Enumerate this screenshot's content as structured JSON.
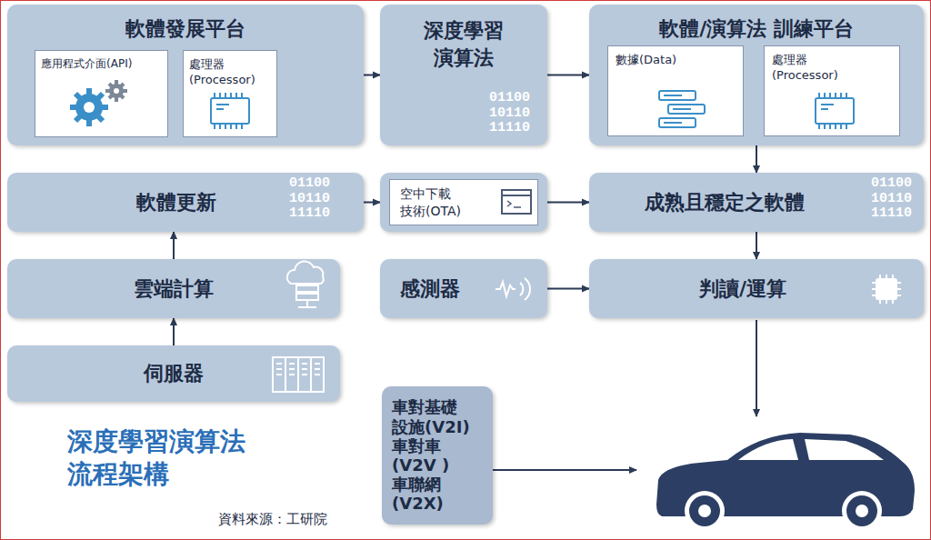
{
  "diagram": {
    "title": "深度學習演算法 流程架構",
    "caption": "資料來源：工研院",
    "nodes": [
      {
        "text": [
          "軟體發展平台"
        ]
      },
      {
        "text": [
          "應用程式介面(API)"
        ],
        "in": 0
      },
      {
        "text": [
          "處理器 (Processor)"
        ],
        "in": 0
      },
      {
        "text": [
          "深度學習 演算法"
        ]
      },
      {
        "text": [
          "軟體/演算法 訓練平台"
        ]
      },
      {
        "text": [
          "數據(Data)"
        ],
        "in": 4
      },
      {
        "text": [
          "處理器 (Processor)"
        ],
        "in": 4
      },
      {
        "text": [
          "軟體更新"
        ]
      },
      {
        "text": [
          "空中下載 技術(OTA)"
        ]
      },
      {
        "text": [
          "成熟且穩定之軟體"
        ]
      },
      {
        "text": [
          "雲端計算"
        ]
      },
      {
        "text": [
          "感測器"
        ]
      },
      {
        "text": [
          "判讀/運算"
        ]
      },
      {
        "text": [
          "伺服器"
        ]
      },
      {
        "text": [
          "車對基礎 設施(V2I) 車對車 (V2V ) 車聯網 (V2X)"
        ]
      }
    ],
    "edges": [
      {
        "from": 0,
        "to": 3,
        "arrow": "to"
      },
      {
        "from": 3,
        "to": 4,
        "arrow": "to"
      },
      {
        "from": 4,
        "to": 9,
        "arrow": "to"
      },
      {
        "from": 13,
        "to": 10,
        "arrow": "to"
      },
      {
        "from": 10,
        "to": 7,
        "arrow": "to"
      },
      {
        "from": 7,
        "to": 8,
        "arrow": "to"
      },
      {
        "from": 8,
        "to": 9,
        "arrow": "to"
      },
      {
        "from": 9,
        "to": 12,
        "arrow": "to"
      },
      {
        "from": 11,
        "to": 12,
        "arrow": "to"
      }
    ],
    "labels": [
      "01100 10110 11110",
      "01100 10110 11110",
      "01100 10110 11110"
    ]
  }
}
